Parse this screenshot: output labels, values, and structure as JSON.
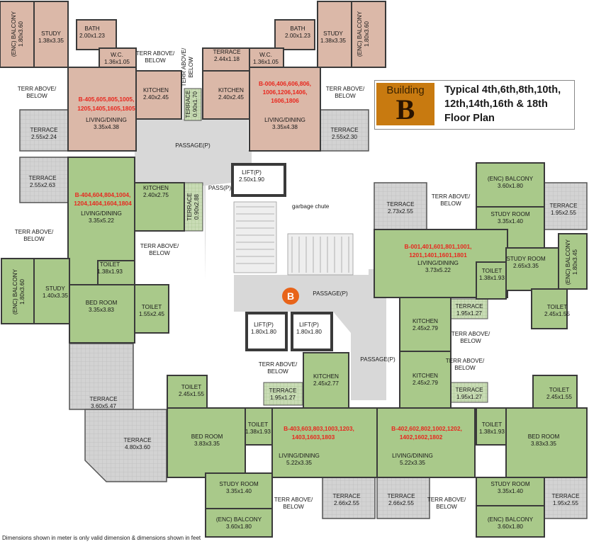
{
  "title": {
    "building_word": "Building",
    "building_letter": "B",
    "plan_line1": "Typical 4th,6th,8th,10th,",
    "plan_line2": "12th,14th,16th & 18th",
    "plan_line3": "Floor Plan"
  },
  "badge": "B",
  "footnote": "Dimensions shown in meter is only valid dimension & dimensions shown in feet",
  "colors": {
    "green": "#a9c98a",
    "pink": "#dbb8a8",
    "grey": "#d6d6d6",
    "wall": "#3a3a3a",
    "unit_label": "#e8281f"
  },
  "units": [
    {
      "l1": "B-405,605,805,1005,",
      "l2": "1205,1405,1605,1805"
    },
    {
      "l1": "B-006,406,606,806,",
      "l2": "1006,1206,1406,",
      "l3": "1606,1806"
    },
    {
      "l1": "B-404,604,804,1004,",
      "l2": "1204,1404,1604,1804"
    },
    {
      "l1": "B-001,401,601,801,1001,",
      "l2": "1201,1401,1601,1801"
    },
    {
      "l1": "B-403,603,803,1003,1203,",
      "l2": "1403,1603,1803"
    },
    {
      "l1": "B-402,602,802,1002,1202,",
      "l2": "1402,1602,1802"
    }
  ],
  "rooms": [
    {
      "name": "(ENC) BALCONY",
      "dim": "1.80x3.60"
    },
    {
      "name": "STUDY",
      "dim": "1.38x3.35"
    },
    {
      "name": "BATH",
      "dim": "2.00x1.23"
    },
    {
      "name": "W.C.",
      "dim": "1.36x1.05"
    },
    {
      "name": "TERR ABOVE/",
      "dim": "BELOW"
    },
    {
      "name": "TERRACE",
      "dim": "2.44x1.18"
    },
    {
      "name": "TERR ABOVE/",
      "dim": "BELOW"
    },
    {
      "name": "W.C.",
      "dim": "1.36x1.05"
    },
    {
      "name": "BATH",
      "dim": "2.00x1.23"
    },
    {
      "name": "STUDY",
      "dim": "1.38x3.35"
    },
    {
      "name": "(ENC) BALCONY",
      "dim": "1.80x3.60"
    },
    {
      "name": "TERR ABOVE/",
      "dim": "BELOW"
    },
    {
      "name": "KITCHEN",
      "dim": "2.40x2.45"
    },
    {
      "name": "TERRACE",
      "dim": "0.90x1.70"
    },
    {
      "name": "KITCHEN",
      "dim": "2.40x2.45"
    },
    {
      "name": "TERR ABOVE/",
      "dim": "BELOW"
    },
    {
      "name": "LIVING/DINING",
      "dim": "3.35x4.38"
    },
    {
      "name": "LIVING/DINING",
      "dim": "3.35x4.38"
    },
    {
      "name": "TERRACE",
      "dim": "2.55x2.24"
    },
    {
      "name": "TERRACE",
      "dim": "2.55x2.30"
    },
    {
      "name": "LIFT(P)",
      "dim": "2.50x1.90"
    },
    {
      "name": "TERRACE",
      "dim": "2.55x2.63"
    },
    {
      "name": "KITCHEN",
      "dim": "2.40x2.75"
    },
    {
      "name": "TERRACE",
      "dim": "0.90x2.88"
    },
    {
      "name": "TERR ABOVE/",
      "dim": "BELOW"
    },
    {
      "name": "LIVING/DINING",
      "dim": "3.35x5.22"
    },
    {
      "name": "TERR ABOVE/",
      "dim": "BELOW"
    },
    {
      "name": "(ENC) BALCONY",
      "dim": "1.80x3.60"
    },
    {
      "name": "STUDY",
      "dim": "1.40x3.35"
    },
    {
      "name": "TOILET",
      "dim": "1.38x1.93"
    },
    {
      "name": "BED ROOM",
      "dim": "3.35x3.83"
    },
    {
      "name": "TOILET",
      "dim": "1.55x2.45"
    },
    {
      "name": "TERRACE",
      "dim": "2.73x2.55"
    },
    {
      "name": "TERR ABOVE/",
      "dim": "BELOW"
    },
    {
      "name": "(ENC) BALCONY",
      "dim": "3.60x1.80"
    },
    {
      "name": "TERRACE",
      "dim": "1.95x2.55"
    },
    {
      "name": "STUDY ROOM",
      "dim": "3.35x1.40"
    },
    {
      "name": "LIVING/DINING",
      "dim": "3.73x5.22"
    },
    {
      "name": "STUDY ROOM",
      "dim": "2.65x3.35"
    },
    {
      "name": "(ENC) BALCONY",
      "dim": "1.80x3.45"
    },
    {
      "name": "TOILET",
      "dim": "1.38x1.93"
    },
    {
      "name": "KITCHEN",
      "dim": "2.45x2.79"
    },
    {
      "name": "TERRACE",
      "dim": "1.95x1.27"
    },
    {
      "name": "TOILET",
      "dim": "2.45x1.55"
    },
    {
      "name": "TERR ABOVE/",
      "dim": "BELOW"
    },
    {
      "name": "TERR ABOVE/",
      "dim": "BELOW"
    },
    {
      "name": "KITCHEN",
      "dim": "2.45x2.79"
    },
    {
      "name": "TERRACE",
      "dim": "1.95x1.27"
    },
    {
      "name": "LIFT(P)",
      "dim": "1.80x1.80"
    },
    {
      "name": "LIFT(P)",
      "dim": "1.80x1.80"
    },
    {
      "name": "TERR ABOVE/",
      "dim": "BELOW"
    },
    {
      "name": "KITCHEN",
      "dim": "2.45x2.77"
    },
    {
      "name": "TERRACE",
      "dim": "1.95x1.27"
    },
    {
      "name": "TOILET",
      "dim": "2.45x1.55"
    },
    {
      "name": "TERRACE",
      "dim": "3.60x5.47"
    },
    {
      "name": "TERRACE",
      "dim": "4.80x3.60"
    },
    {
      "name": "BED ROOM",
      "dim": "3.83x3.35"
    },
    {
      "name": "TOILET",
      "dim": "1.38x1.93"
    },
    {
      "name": "LIVING/DINING",
      "dim": "5.22x3.35"
    },
    {
      "name": "LIVING/DINING",
      "dim": "5.22x3.35"
    },
    {
      "name": "TOILET",
      "dim": "1.38x1.93"
    },
    {
      "name": "BED ROOM",
      "dim": "3.83x3.35"
    },
    {
      "name": "TOILET",
      "dim": "2.45x1.55"
    },
    {
      "name": "STUDY ROOM",
      "dim": "3.35x1.40"
    },
    {
      "name": "(ENC) BALCONY",
      "dim": "3.60x1.80"
    },
    {
      "name": "TERR ABOVE/",
      "dim": "BELOW"
    },
    {
      "name": "TERRACE",
      "dim": "2.66x2.55"
    },
    {
      "name": "TERRACE",
      "dim": "2.66x2.55"
    },
    {
      "name": "TERR ABOVE/",
      "dim": "BELOW"
    },
    {
      "name": "STUDY ROOM",
      "dim": "3.35x1.40"
    },
    {
      "name": "(ENC) BALCONY",
      "dim": "3.60x1.80"
    },
    {
      "name": "TERRACE",
      "dim": "1.95x2.55"
    }
  ],
  "circulation": [
    "PASSAGE(P)",
    "PASS(P)",
    "garbage chute",
    "PASSAGE(P)",
    "PASSAGE(P)"
  ]
}
